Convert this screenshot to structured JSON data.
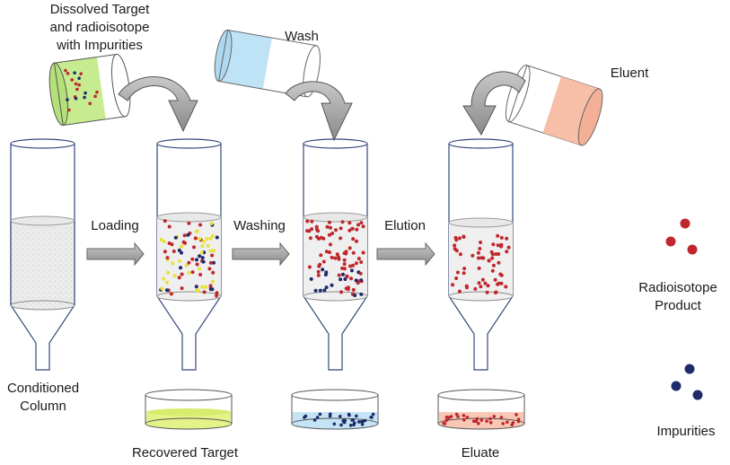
{
  "labels": {
    "dissolved": [
      "Dissolved Target",
      "and radioisotope",
      "with Impurities"
    ],
    "wash": "Wash",
    "eluent": "Eluent",
    "loading": "Loading",
    "washing": "Washing",
    "elution": "Elution",
    "conditioned": [
      "Conditioned",
      "Column"
    ],
    "recovered": "Recovered Target",
    "eluate": "Eluate",
    "legend_product": [
      "Radioisotope",
      "Product"
    ],
    "legend_impurities": "Impurities"
  },
  "colors": {
    "red_dot": "#c0272d",
    "blue_dot": "#1f2a6b",
    "yellow_dot": "#e8e23a",
    "green_fill": "#c6ec8f",
    "wash_fill": "#bfe3f6",
    "eluent_fill": "#f7bfa8",
    "resin": "#e4e4e4",
    "column_stroke": "#33487a",
    "arrow_gray": "#8e8e8e"
  },
  "icons": {
    "step_arrow": "right-arrow-icon",
    "pour_arrow": "curved-arrow-icon"
  }
}
